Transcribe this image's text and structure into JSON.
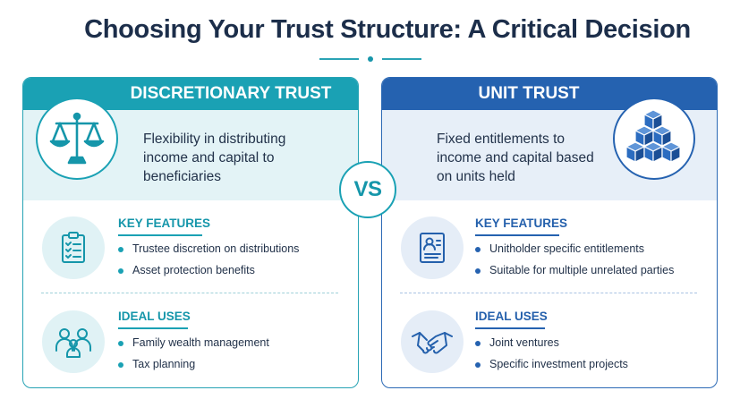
{
  "header": {
    "title": "Choosing Your Trust Structure: A Critical Decision"
  },
  "vs_label": "VS",
  "colors": {
    "teal": "#1aa1b4",
    "blue": "#2562b0",
    "title": "#1c2e4a"
  },
  "discretionary": {
    "title": "DISCRETIONARY TRUST",
    "icon": "scales-of-justice-icon",
    "description": "Flexibility in distributing income and capital to beneficiaries",
    "key_features": {
      "heading": "KEY FEATURES",
      "icon": "checklist-clipboard-icon",
      "items": [
        "Trustee discretion on distributions",
        "Asset protection benefits"
      ]
    },
    "ideal_uses": {
      "heading": "IDEAL USES",
      "icon": "family-people-icon",
      "items": [
        "Family wealth management",
        "Tax planning"
      ]
    }
  },
  "unit": {
    "title": "UNIT TRUST",
    "icon": "stacked-cubes-icon",
    "description": "Fixed entitlements to income and capital based on units held",
    "key_features": {
      "heading": "KEY FEATURES",
      "icon": "id-document-icon",
      "items": [
        "Unitholder specific entitlements",
        "Suitable for multiple unrelated parties"
      ]
    },
    "ideal_uses": {
      "heading": "IDEAL USES",
      "icon": "handshake-icon",
      "items": [
        "Joint ventures",
        "Specific investment projects"
      ]
    }
  }
}
